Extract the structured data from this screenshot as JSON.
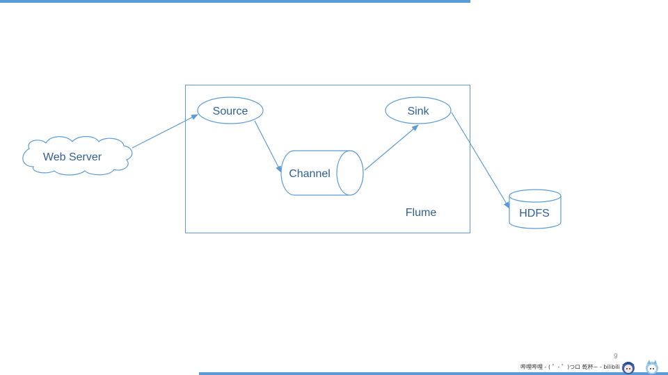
{
  "diagram": {
    "nodes": {
      "web_server": "Web Server",
      "source": "Source",
      "channel": "Channel",
      "sink": "Sink",
      "hdfs": "HDFS"
    },
    "container_label": "Flume",
    "edges": [
      {
        "from": "Web Server",
        "to": "Source"
      },
      {
        "from": "Source",
        "to": "Channel"
      },
      {
        "from": "Channel",
        "to": "Sink"
      },
      {
        "from": "Sink",
        "to": "HDFS"
      }
    ]
  },
  "footer": {
    "page_number": "9",
    "watermark": "哔哩哔哩 - ( ゜- ゜)つロ 乾杯~ - bilibili"
  },
  "colors": {
    "accent": "#5b9bd5",
    "text": "#2e5f98"
  }
}
